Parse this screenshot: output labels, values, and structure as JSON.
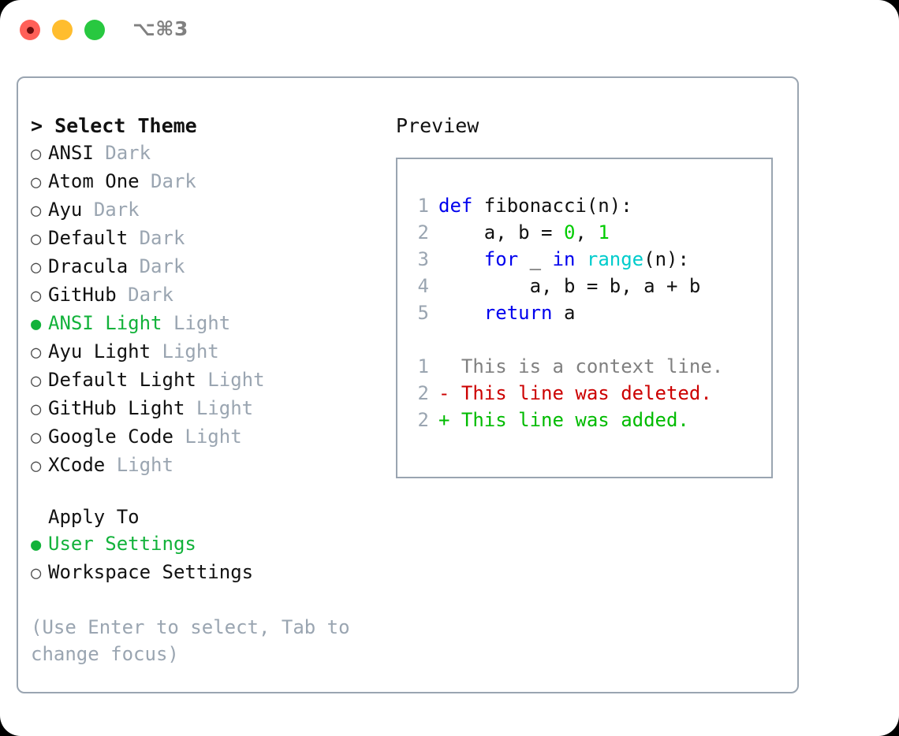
{
  "titlebar": {
    "shortcut": "⌥⌘3",
    "buttons": [
      "close",
      "minimize",
      "maximize"
    ]
  },
  "theme_picker": {
    "header": "> Select Theme",
    "themes": [
      {
        "bullet": "○",
        "name": "ANSI",
        "variant": "Dark",
        "selected": false
      },
      {
        "bullet": "○",
        "name": "Atom One",
        "variant": "Dark",
        "selected": false
      },
      {
        "bullet": "○",
        "name": "Ayu",
        "variant": "Dark",
        "selected": false
      },
      {
        "bullet": "○",
        "name": "Default",
        "variant": "Dark",
        "selected": false
      },
      {
        "bullet": "○",
        "name": "Dracula",
        "variant": "Dark",
        "selected": false
      },
      {
        "bullet": "○",
        "name": "GitHub",
        "variant": "Dark",
        "selected": false
      },
      {
        "bullet": "●",
        "name": "ANSI Light",
        "variant": "Light",
        "selected": true
      },
      {
        "bullet": "○",
        "name": "Ayu Light",
        "variant": "Light",
        "selected": false
      },
      {
        "bullet": "○",
        "name": "Default Light",
        "variant": "Light",
        "selected": false
      },
      {
        "bullet": "○",
        "name": "GitHub Light",
        "variant": "Light",
        "selected": false
      },
      {
        "bullet": "○",
        "name": "Google Code",
        "variant": "Light",
        "selected": false
      },
      {
        "bullet": "○",
        "name": "XCode",
        "variant": "Light",
        "selected": false
      }
    ]
  },
  "apply_to": {
    "header": "Apply To",
    "options": [
      {
        "bullet": "●",
        "label": "User Settings",
        "selected": true
      },
      {
        "bullet": "○",
        "label": "Workspace Settings",
        "selected": false
      }
    ]
  },
  "hint": "(Use Enter to select, Tab to change focus)",
  "preview": {
    "title": "Preview",
    "code_lines": [
      {
        "num": "1",
        "tokens": [
          {
            "t": "def",
            "c": "kw"
          },
          {
            "t": " fibonacci(n):",
            "c": "txt"
          }
        ]
      },
      {
        "num": "2",
        "tokens": [
          {
            "t": "    a, b = ",
            "c": "txt"
          },
          {
            "t": "0",
            "c": "num"
          },
          {
            "t": ", ",
            "c": "txt"
          },
          {
            "t": "1",
            "c": "num"
          }
        ]
      },
      {
        "num": "3",
        "tokens": [
          {
            "t": "    ",
            "c": "txt"
          },
          {
            "t": "for",
            "c": "kw"
          },
          {
            "t": " _ ",
            "c": "txt"
          },
          {
            "t": "in",
            "c": "kw"
          },
          {
            "t": " ",
            "c": "txt"
          },
          {
            "t": "range",
            "c": "fn"
          },
          {
            "t": "(n):",
            "c": "txt"
          }
        ]
      },
      {
        "num": "4",
        "tokens": [
          {
            "t": "        a, b = b, a + b",
            "c": "txt"
          }
        ]
      },
      {
        "num": "5",
        "tokens": [
          {
            "t": "    ",
            "c": "txt"
          },
          {
            "t": "return",
            "c": "kw"
          },
          {
            "t": " a",
            "c": "txt"
          }
        ]
      }
    ],
    "diff_lines": [
      {
        "num": "1",
        "marker": "  ",
        "text": "This is a context line.",
        "kind": "context"
      },
      {
        "num": "2",
        "marker": "- ",
        "text": "This line was deleted.",
        "kind": "del"
      },
      {
        "num": "2",
        "marker": "+ ",
        "text": "This line was added.",
        "kind": "add"
      }
    ]
  },
  "colors": {
    "selected_green": "#12B23A",
    "muted": "#9aa5b1",
    "keyword_blue": "#0000EE",
    "function_cyan": "#00CCCC",
    "number_green": "#00CC00",
    "diff_delete_red": "#CC0000",
    "diff_add_green": "#00BB00",
    "border": "#9aa5b1"
  }
}
